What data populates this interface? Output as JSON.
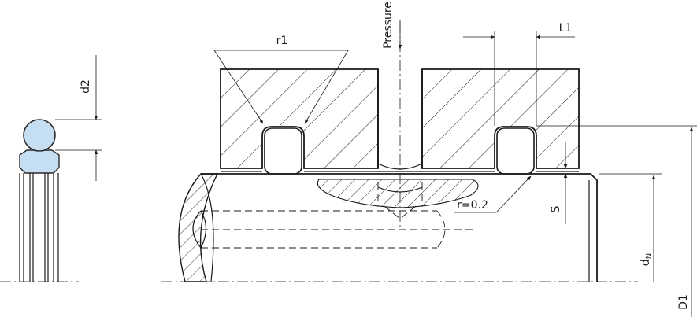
{
  "labels": {
    "r1": "r1",
    "pressure": "Pressure",
    "l1": "L1",
    "d2": "d2",
    "r02": "r=0.2",
    "s": "S",
    "dn_main": "d",
    "dn_sub": "N",
    "D1": "D1"
  },
  "colors": {
    "oring_fill": "#c6def2",
    "oring_stroke": "#2a2a2a",
    "line": "#1a1a1a"
  }
}
